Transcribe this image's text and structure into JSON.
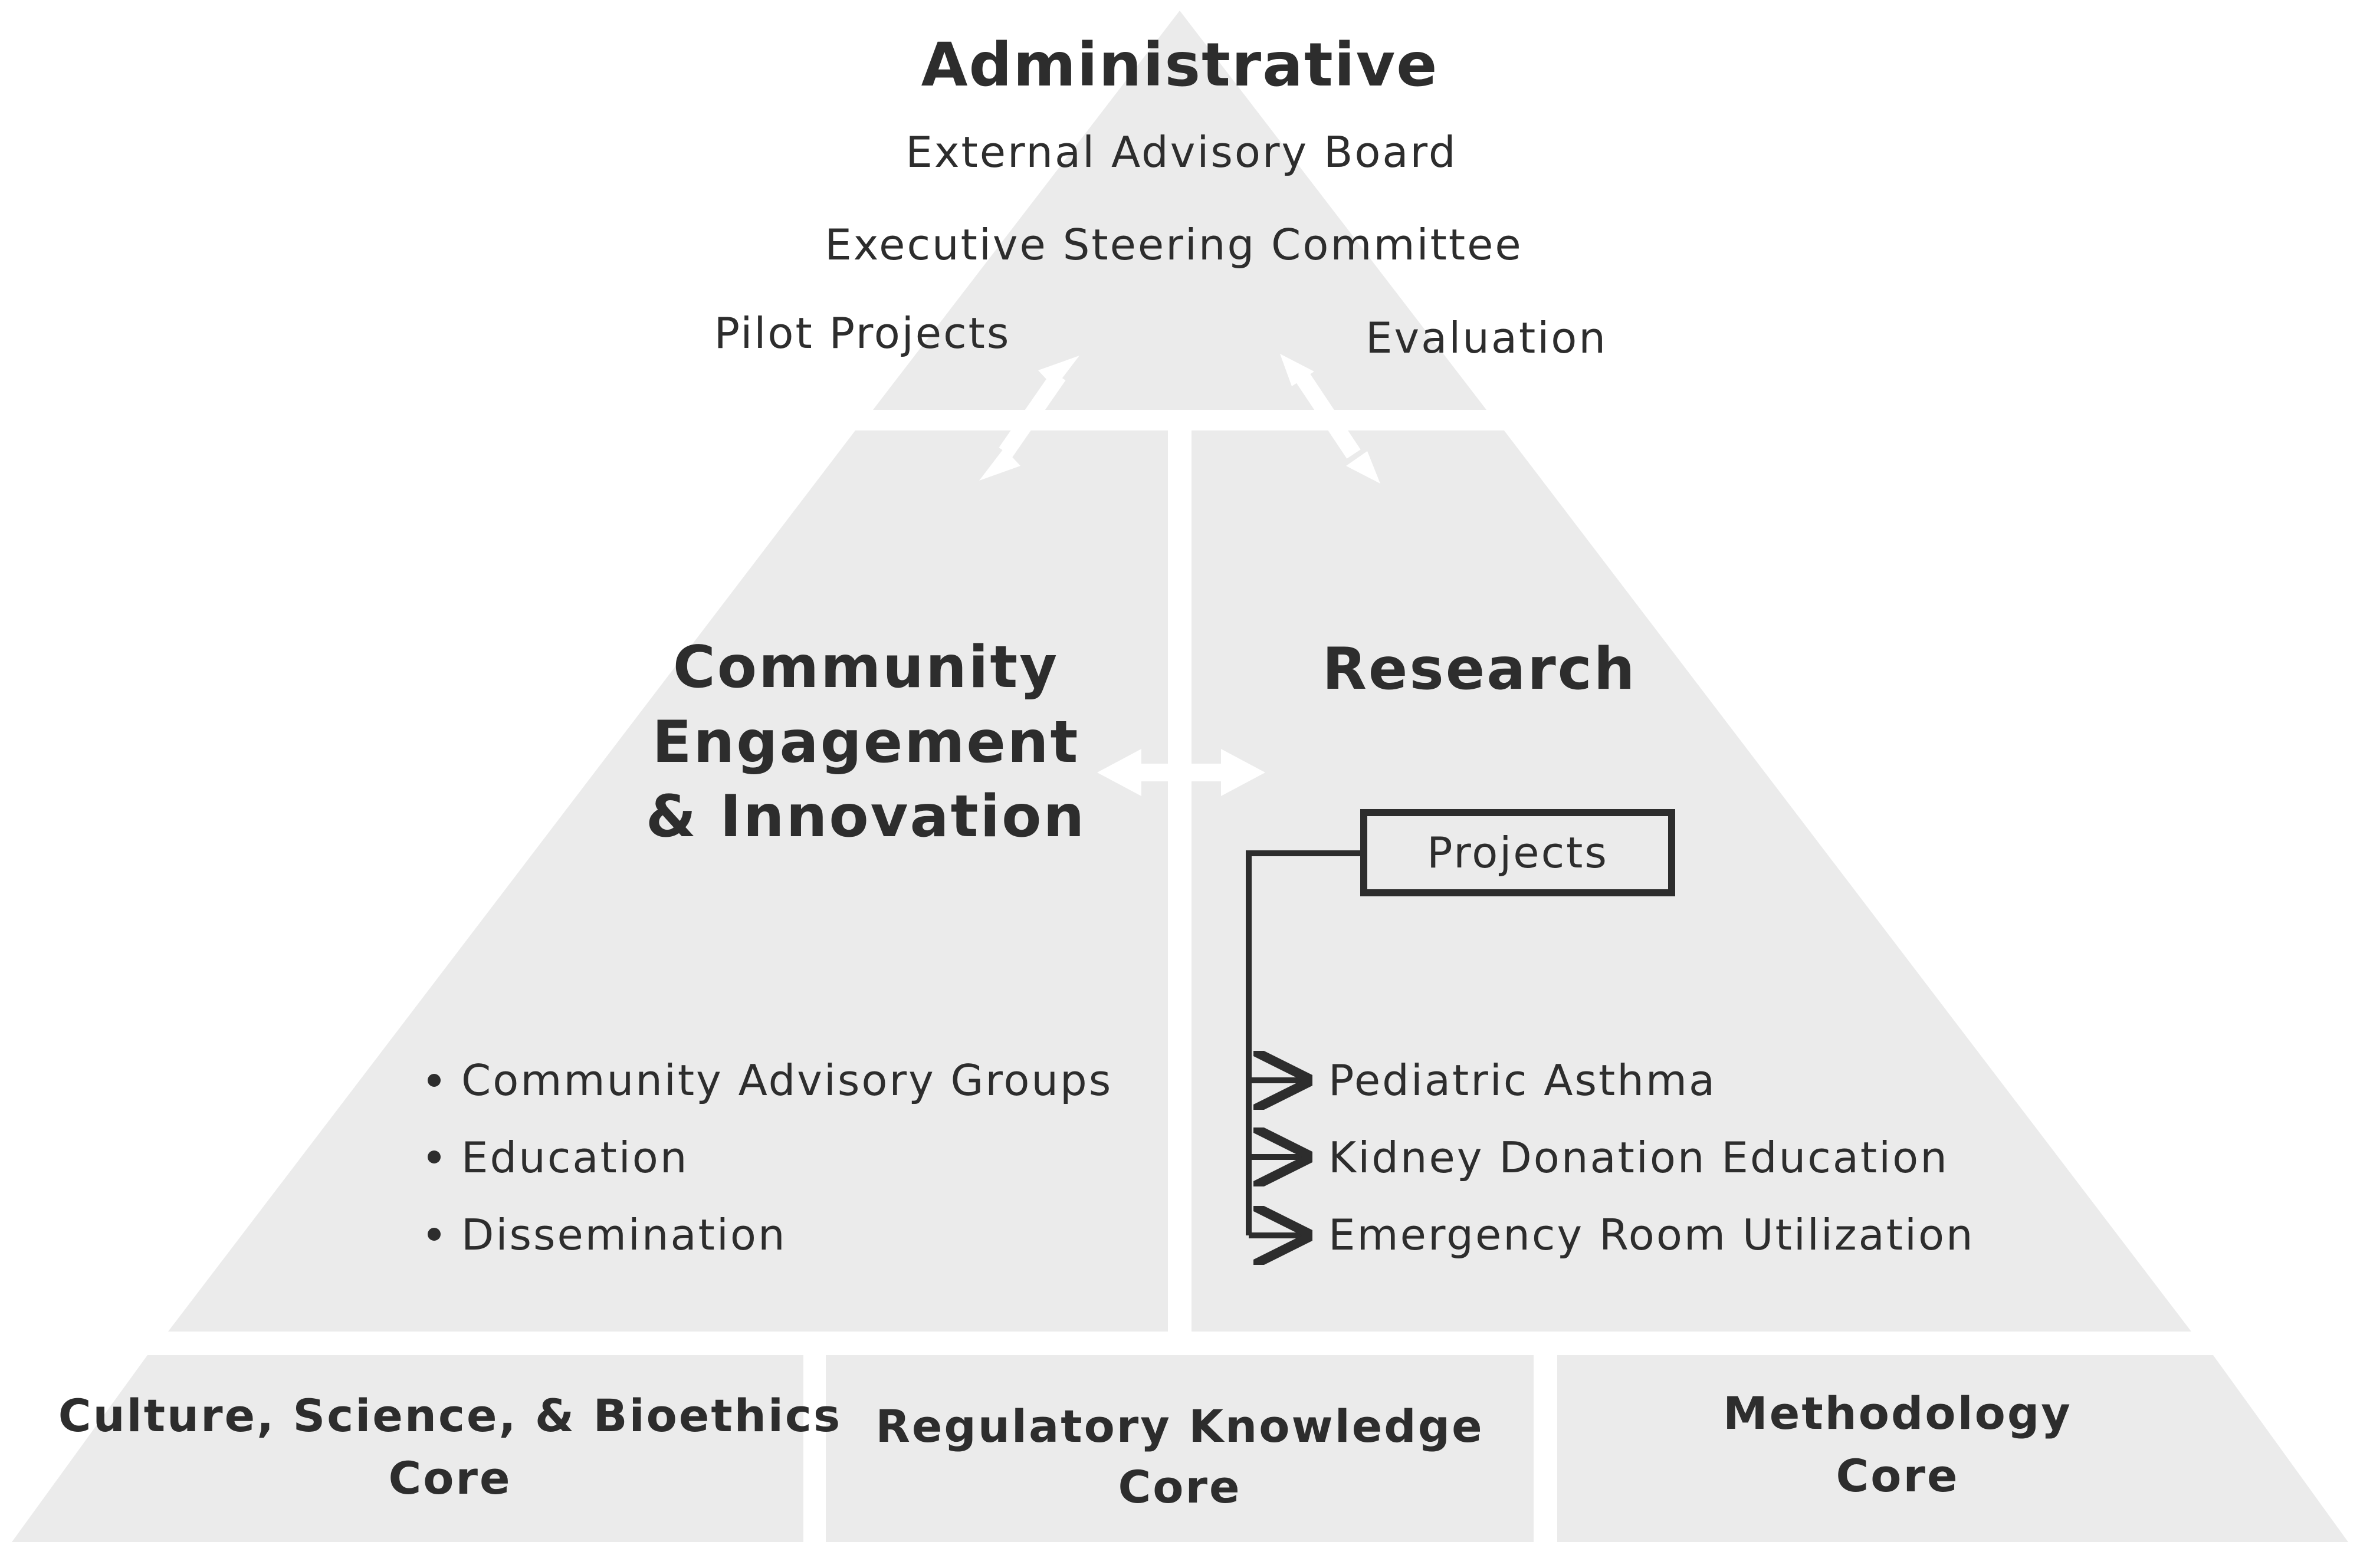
{
  "administrative": {
    "title": "Administrative",
    "items": [
      "External Advisory Board",
      "Executive Steering Committee"
    ],
    "pilot_projects": "Pilot Projects",
    "evaluation": "Evaluation"
  },
  "community": {
    "title_lines": [
      "Community",
      "Engagement",
      "& Innovation"
    ],
    "bullets": [
      "Community Advisory Groups",
      "Education",
      "Dissemination"
    ]
  },
  "research": {
    "title": "Research",
    "projects_label": "Projects",
    "projects": [
      "Pediatric Asthma",
      "Kidney Donation Education",
      "Emergency Room Utilization"
    ]
  },
  "cores": [
    {
      "lines": [
        "Culture, Science, & Bioethics",
        "Core"
      ]
    },
    {
      "lines": [
        "Regulatory Knowledge",
        "Core"
      ]
    },
    {
      "lines": [
        "Methodology",
        "Core"
      ]
    }
  ],
  "colors": {
    "fill": "#ebebeb",
    "text": "#2d2d2d",
    "line": "#2d2d2d",
    "arrow": "#ffffff"
  }
}
